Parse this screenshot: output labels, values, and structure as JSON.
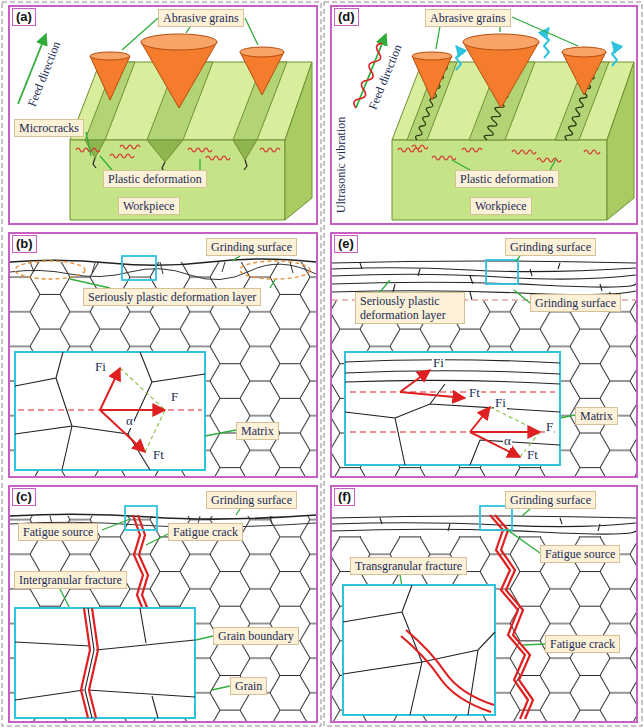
{
  "diagram": {
    "nodes": [
      {
        "text": [
          "(a)"
        ]
      },
      {
        "text": [
          "Abrasive grains"
        ],
        "in": 0
      },
      {
        "text": [
          "Microcracks"
        ],
        "in": 0
      },
      {
        "text": [
          "Plastic deformation"
        ],
        "in": 0
      },
      {
        "text": [
          "Workpiece"
        ],
        "in": 0
      },
      {
        "text": [
          "(b)"
        ]
      },
      {
        "text": [
          "Grinding surface"
        ],
        "in": 5
      },
      {
        "text": [
          "Seriously plastic deformation layer"
        ],
        "in": 5
      },
      {
        "text": [
          "Matrix"
        ],
        "in": 5
      },
      {
        "text": [
          "(c)"
        ]
      },
      {
        "text": [
          "Grinding surface"
        ],
        "in": 9
      },
      {
        "text": [
          "Fatigue source"
        ],
        "in": 9
      },
      {
        "text": [
          "Fatigue crack"
        ],
        "in": 9
      },
      {
        "text": [
          "Intergranular fracture"
        ],
        "in": 9
      },
      {
        "text": [
          "Grain boundary"
        ],
        "in": 9
      },
      {
        "text": [
          "Grain"
        ],
        "in": 9
      },
      {
        "text": [
          "(d)"
        ]
      },
      {
        "text": [
          "Abrasive grains"
        ],
        "in": 16
      },
      {
        "text": [
          "Plastic deformation"
        ],
        "in": 16
      },
      {
        "text": [
          "Workpiece"
        ],
        "in": 16
      },
      {
        "text": [
          "(e)"
        ]
      },
      {
        "text": [
          "Grinding surface"
        ],
        "in": 20
      },
      {
        "text": [
          "Grinding surface"
        ],
        "in": 20
      },
      {
        "text": [
          "Seriously plastic deformation layer"
        ],
        "in": 20
      },
      {
        "text": [
          "Matrix"
        ],
        "in": 20
      },
      {
        "text": [
          "(f)"
        ]
      },
      {
        "text": [
          "Grinding surface"
        ],
        "in": 25
      },
      {
        "text": [
          "Fatigue source"
        ],
        "in": 25
      },
      {
        "text": [
          "Fatigue crack"
        ],
        "in": 25
      },
      {
        "text": [
          "Transgranular fracture"
        ],
        "in": 25
      }
    ],
    "labels": [
      "Feed direction",
      "Fi",
      "F",
      "α",
      "Ft",
      "Ultrasonic vibration",
      "Feed direction",
      "Fi",
      "Ft",
      "Fi",
      "α",
      "F",
      "Ft"
    ]
  }
}
